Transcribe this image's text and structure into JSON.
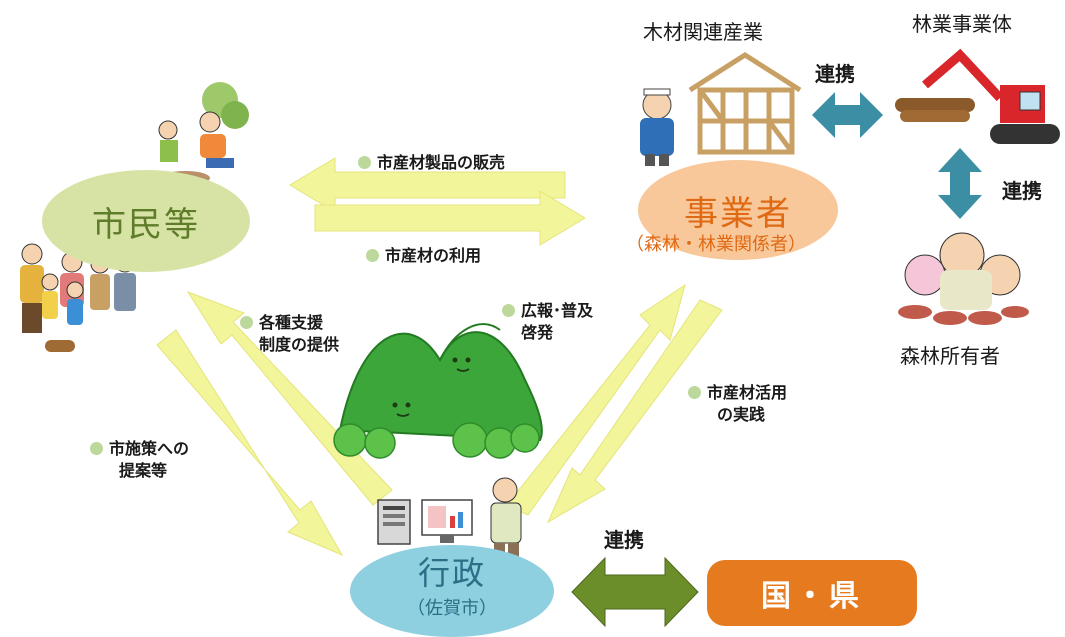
{
  "nodes": {
    "citizens": "市民等",
    "business": "事業者",
    "business_sub": "（森林・林業関係者）",
    "government": "行政",
    "government_sub": "（佐賀市）",
    "national": "国・県"
  },
  "top_labels": {
    "wood_industry": "木材関連産業",
    "forestry_entity": "林業事業体",
    "forest_owner": "森林所有者"
  },
  "links": {
    "renkei_top": "連携",
    "renkei_side": "連携",
    "renkei_bottom": "連携"
  },
  "flows": {
    "sales": "市産材製品の販売",
    "use": "市産材の利用",
    "support_1": "各種支援",
    "support_2": "制度の提供",
    "proposal_1": "市施策への",
    "proposal_2": "提案等",
    "pr_1": "広報･普及",
    "pr_2": "啓発",
    "practice_1": "市産材活用",
    "practice_2": "の実践"
  },
  "colors": {
    "arrow": "#f3f59a",
    "bullet": "#bcd89a",
    "citizens_fill": "#d7e3a5",
    "business_fill": "#f8c79a",
    "government_fill": "#8ecfe0",
    "national_fill": "#e57a1e",
    "link_arrow": "#3b8ea3",
    "green_arrow": "#6b8e2a"
  }
}
